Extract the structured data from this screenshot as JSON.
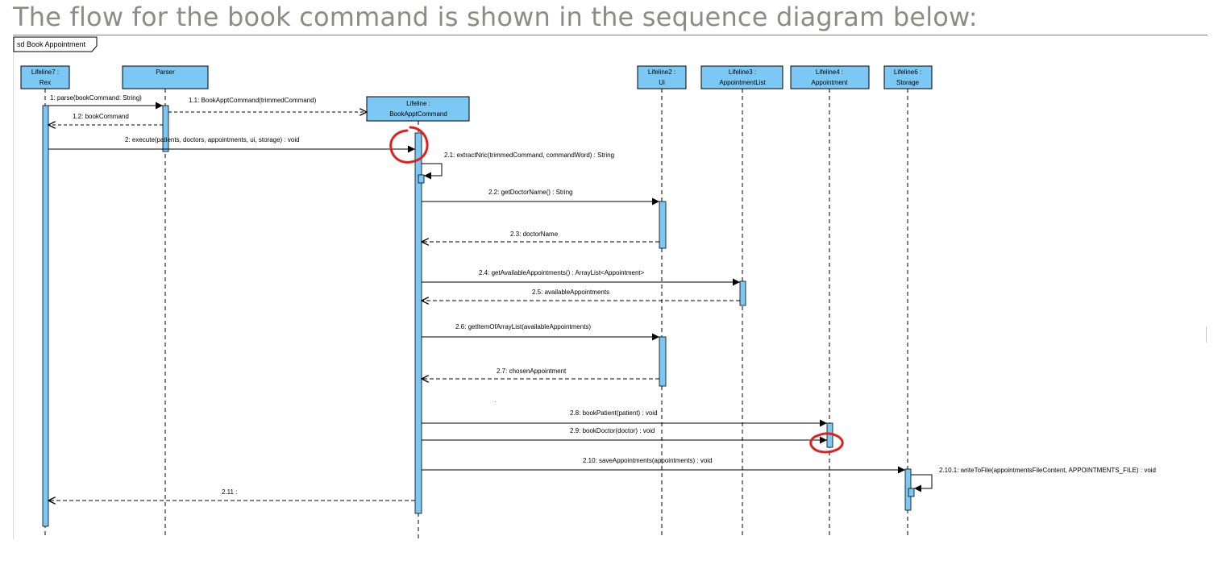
{
  "heading": "The flow for the book command is shown in the sequence diagram below:",
  "frame": {
    "label": "sd Book Appointment"
  },
  "colors": {
    "box_fill": "#7cc8f4",
    "activation_fill": "#7cc8f4",
    "highlight": "#e02020",
    "heading": "#8c8c84"
  },
  "lifelines": [
    {
      "id": "rex",
      "line1": "Lifeline7 :",
      "line2": "Rex"
    },
    {
      "id": "parser",
      "line1": "Parser",
      "line2": ""
    },
    {
      "id": "cmd",
      "line1": "Lifeline :",
      "line2": "BookApptCommand"
    },
    {
      "id": "ui",
      "line1": "Lifeline2 :",
      "line2": "Ui"
    },
    {
      "id": "list",
      "line1": "Lifeline3 :",
      "line2": "AppointmentList"
    },
    {
      "id": "appt",
      "line1": "Lifeline4 :",
      "line2": "Appointment"
    },
    {
      "id": "storage",
      "line1": "Lifeline6 :",
      "line2": "Storage"
    }
  ],
  "messages": [
    {
      "id": "m1",
      "label": "1: parse(bookCommand: String)",
      "from": "rex",
      "to": "parser",
      "kind": "sync"
    },
    {
      "id": "m1_1",
      "label": "1.1: BookApptCommand(trimmedCommand)",
      "from": "parser",
      "to": "cmd",
      "kind": "create"
    },
    {
      "id": "m1_2",
      "label": "1.2: bookCommand",
      "from": "parser",
      "to": "rex",
      "kind": "return"
    },
    {
      "id": "m2",
      "label": "2: execute(patients, doctors, appointments, ui, storage) : void",
      "from": "rex",
      "to": "cmd",
      "kind": "sync"
    },
    {
      "id": "m2_1",
      "label": "2.1: extractNric(trimmedCommand, commandWord) : String",
      "from": "cmd",
      "to": "cmd",
      "kind": "self"
    },
    {
      "id": "m2_2",
      "label": "2.2: getDoctorName() : String",
      "from": "cmd",
      "to": "ui",
      "kind": "sync"
    },
    {
      "id": "m2_3",
      "label": "2.3: doctorName",
      "from": "ui",
      "to": "cmd",
      "kind": "return"
    },
    {
      "id": "m2_4",
      "label": "2.4: getAvailableAppointments() : ArrayList<Appointment>",
      "from": "cmd",
      "to": "list",
      "kind": "sync"
    },
    {
      "id": "m2_5",
      "label": "2.5: availableAppointments",
      "from": "list",
      "to": "cmd",
      "kind": "return"
    },
    {
      "id": "m2_6",
      "label": "2.6: getItemOfArrayList(availableAppointments)",
      "from": "cmd",
      "to": "ui",
      "kind": "sync"
    },
    {
      "id": "m2_7",
      "label": "2.7: chosenAppointment",
      "from": "ui",
      "to": "cmd",
      "kind": "return"
    },
    {
      "id": "m2_8",
      "label": "2.8: bookPatient(patient) : void",
      "from": "cmd",
      "to": "appt",
      "kind": "sync"
    },
    {
      "id": "m2_9",
      "label": "2.9: bookDoctor(doctor) : void",
      "from": "cmd",
      "to": "appt",
      "kind": "sync"
    },
    {
      "id": "m2_10",
      "label": "2.10: saveAppointments(appointments) : void",
      "from": "cmd",
      "to": "storage",
      "kind": "sync"
    },
    {
      "id": "m2_10_1",
      "label": "2.10.1: writeToFile(appointmentsFileContent, APPOINTMENTS_FILE) : void",
      "from": "storage",
      "to": "storage",
      "kind": "self"
    },
    {
      "id": "m2_11",
      "label": "2.11 :",
      "from": "cmd",
      "to": "rex",
      "kind": "return"
    }
  ]
}
